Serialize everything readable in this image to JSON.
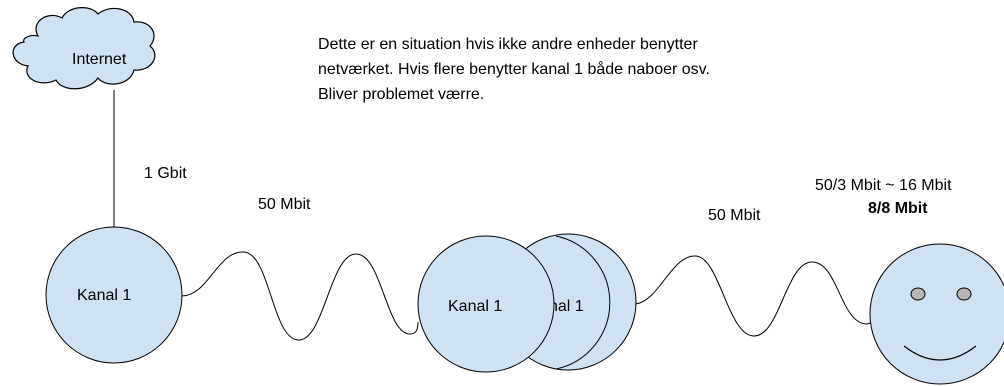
{
  "colors": {
    "node_fill": "#cfe2f3",
    "node_stroke": "#000000",
    "line": "#000000"
  },
  "cloud": {
    "label": "Internet"
  },
  "note": {
    "lines": [
      "Dette er en situation hvis ikke andre enheder benytter",
      "netværket. Hvis flere benytter kanal 1 både naboer osv.",
      "Bliver problemet værre."
    ]
  },
  "links": {
    "uplink_label": "1 Gbit",
    "wave_left_label": "50 Mbit",
    "wave_right_label": "50 Mbit"
  },
  "nodes": {
    "router_left": "Kanal 1",
    "router_front": "Kanal 1",
    "router_back": "nal 1"
  },
  "client": {
    "speed_label": "50/3 Mbit ~ 16 Mbit",
    "bold_label": "8/8 Mbit",
    "icon": "smiley-face-icon"
  }
}
